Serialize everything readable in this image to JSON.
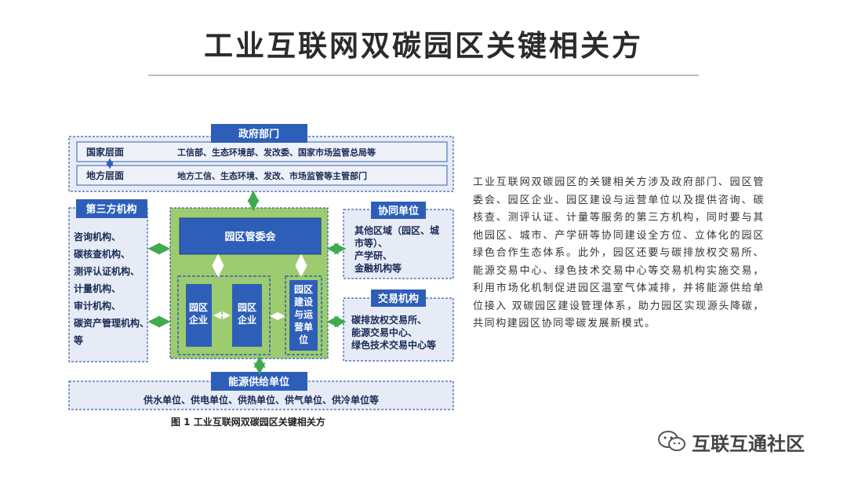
{
  "page": {
    "title": "工业互联网双碳园区关键相关方"
  },
  "diagram": {
    "government": {
      "header": "政府部门",
      "national_label": "国家层面",
      "national_text": "工信部、生态环境部、发改委、国家市场监管总局等",
      "local_label": "地方层面",
      "local_text": "地方工信、生态环境、发改、市场监管等主管部门"
    },
    "third_party": {
      "header": "第三方机构",
      "lines": [
        "咨询机构、",
        "碳核查机构、",
        "测评认证机构、",
        "计量机构、",
        "审计机构、",
        "碳资产管理机构、",
        "等"
      ]
    },
    "park": {
      "committee": "园区管委会",
      "enterprise_1": [
        "园区",
        "企业"
      ],
      "enterprise_2": [
        "园区",
        "企业"
      ],
      "operator": [
        "园区",
        "建设",
        "与运",
        "营单",
        "位"
      ]
    },
    "cooperation": {
      "header": "协同单位",
      "lines": [
        "其他区域（园区、城",
        "市等）、",
        "产学研、",
        "金融机构等"
      ]
    },
    "trading": {
      "header": "交易机构",
      "lines": [
        "碳排放权交易所、",
        "能源交易中心、",
        "绿色技术交易中心等"
      ]
    },
    "energy": {
      "header": "能源供给单位",
      "text": "供水单位、供电单位、供热单位、供气单位、供冷单位等"
    },
    "caption": "图 1  工业互联网双碳园区关键相关方",
    "colors": {
      "header_blue": "#2e5fb8",
      "dashed_blue": "#3a5fb0",
      "panel_fill": "#e6ebf6",
      "park_green": "#9ccc6f",
      "arrow_green": "#3faa4e",
      "arrow_white": "#ffffff"
    }
  },
  "description": {
    "text": "工业互联网双碳园区的关键相关方涉及政府部门、园区管委会、园区企业、园区建设与运营单位以及提供咨询、碳核查、测评认证、计量等服务的第三方机构，同时要与其他园区、城市、产学研等协同建设全方位、立体化的园区绿色合作生态体系。此外，园区还要与碳排放权交易所、能源交易中心、绿色技术交易中心等交易机构实施交易，利用市场化机制促进园区温室气体减排，并将能源供给单位接入 双碳园区建设管理体系，助力园区实现源头降碳，共同构建园区协同零碳发展新模式。"
  },
  "watermark": {
    "text": "互联互通社区",
    "icon": "wechat-icon"
  }
}
